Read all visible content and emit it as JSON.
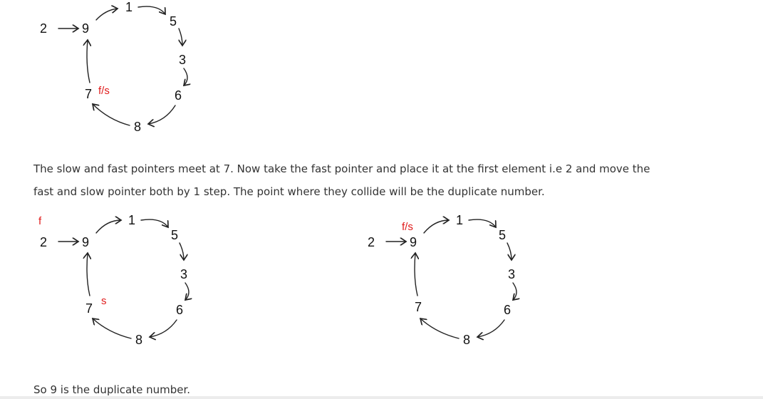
{
  "diagram1": {
    "nodes": [
      "2",
      "9",
      "1",
      "5",
      "3",
      "6",
      "8",
      "7"
    ],
    "marker": "f/s"
  },
  "description": {
    "line1": "The slow and fast pointers meet at 7. Now take the fast pointer and place it at the first element i.e 2 and move the",
    "line2": "fast and slow pointer both by 1 step. The point where they collide will be the duplicate number."
  },
  "diagram2": {
    "nodes": [
      "2",
      "9",
      "1",
      "5",
      "3",
      "6",
      "8",
      "7"
    ],
    "marker_start": "f",
    "marker_seven": "s"
  },
  "diagram3": {
    "nodes": [
      "2",
      "9",
      "1",
      "5",
      "3",
      "6",
      "8",
      "7"
    ],
    "marker": "f/s"
  },
  "conclusion": "So 9 is the duplicate number.",
  "colors": {
    "marker": "#e01a1a",
    "text": "#333333"
  }
}
